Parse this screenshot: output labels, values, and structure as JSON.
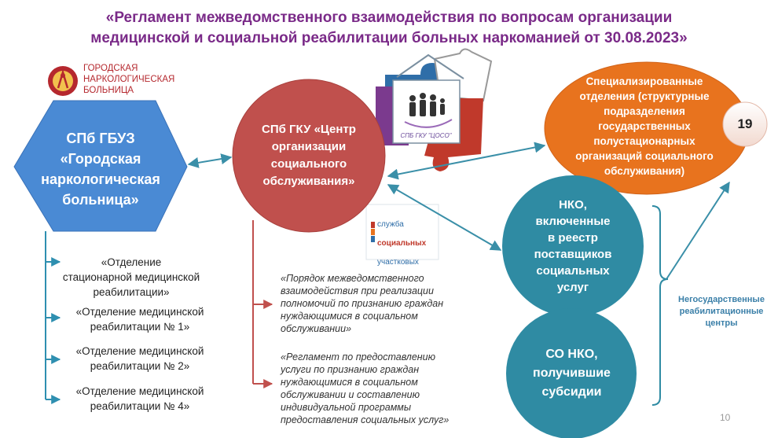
{
  "title": {
    "line1": "«Регламент межведомственного взаимодействия по вопросам организации",
    "line2": "медицинской и социальной реабилитации больных наркоманией от 30.08.2023»"
  },
  "logo_hospital": {
    "text": "ГОРОДСКАЯ\nНАРКОЛОГИЧЕСКАЯ\nБОЛЬНИЦА"
  },
  "hospital": {
    "line1": "СПб ГБУЗ",
    "line2": "«Городская",
    "line3": "наркологическая",
    "line4": "больница»"
  },
  "center": {
    "line1": "СПб ГКУ «Центр",
    "line2": "организации",
    "line3": "социального",
    "line4": "обслуживания»"
  },
  "cso_logo": {
    "caption": "СПБ ГКУ \"ЦОСО\""
  },
  "social_logo": {
    "line1": "служба",
    "line2": "социальных",
    "line3": "участковых"
  },
  "specialized": {
    "line1": "Специализированные",
    "line2": "отделения (структурные",
    "line3": "подразделения",
    "line4": "государственных",
    "line5": "полустационарных",
    "line6": "организаций социального",
    "line7": "обслуживания)",
    "badge": "19"
  },
  "nko": {
    "line1": "НКО,",
    "line2": "включенные",
    "line3": "в реестр",
    "line4": "поставщиков",
    "line5": "социальных",
    "line6": "услуг"
  },
  "sonko": {
    "line1": "СО НКО,",
    "line2": "получившие",
    "line3": "субсидии"
  },
  "ngo_label": "Негосударственные\nреабилитационные\nцентры",
  "departments": [
    "«Отделение\nстационарной медицинской\nреабилитации»",
    "«Отделение медицинской\nреабилитации № 1»",
    "«Отделение медицинской\nреабилитации № 2»",
    "«Отделение медицинской\nреабилитации № 4»"
  ],
  "documents": [
    "«Порядок межведомственного\nвзаимодействия при реализации\nполномочий по признанию граждан\nнуждающимися в социальном\nобслуживании»",
    "«Регламент по предоставлению\nуслуги по признанию граждан\nнуждающимися в социальном\nобслуживании и составлению\nиндивидуальной программы\nпредоставления социальных услуг»"
  ],
  "page_number": "10",
  "colors": {
    "title": "#7a2a88",
    "hexagon": "#4a8ad4",
    "center": "#c0504d",
    "specialized": "#e8731e",
    "ngo": "#2f8ba3",
    "connector": "#3a8fa8",
    "bracket_left": "#2e8fb0",
    "bracket_mid": "#c0504d"
  }
}
